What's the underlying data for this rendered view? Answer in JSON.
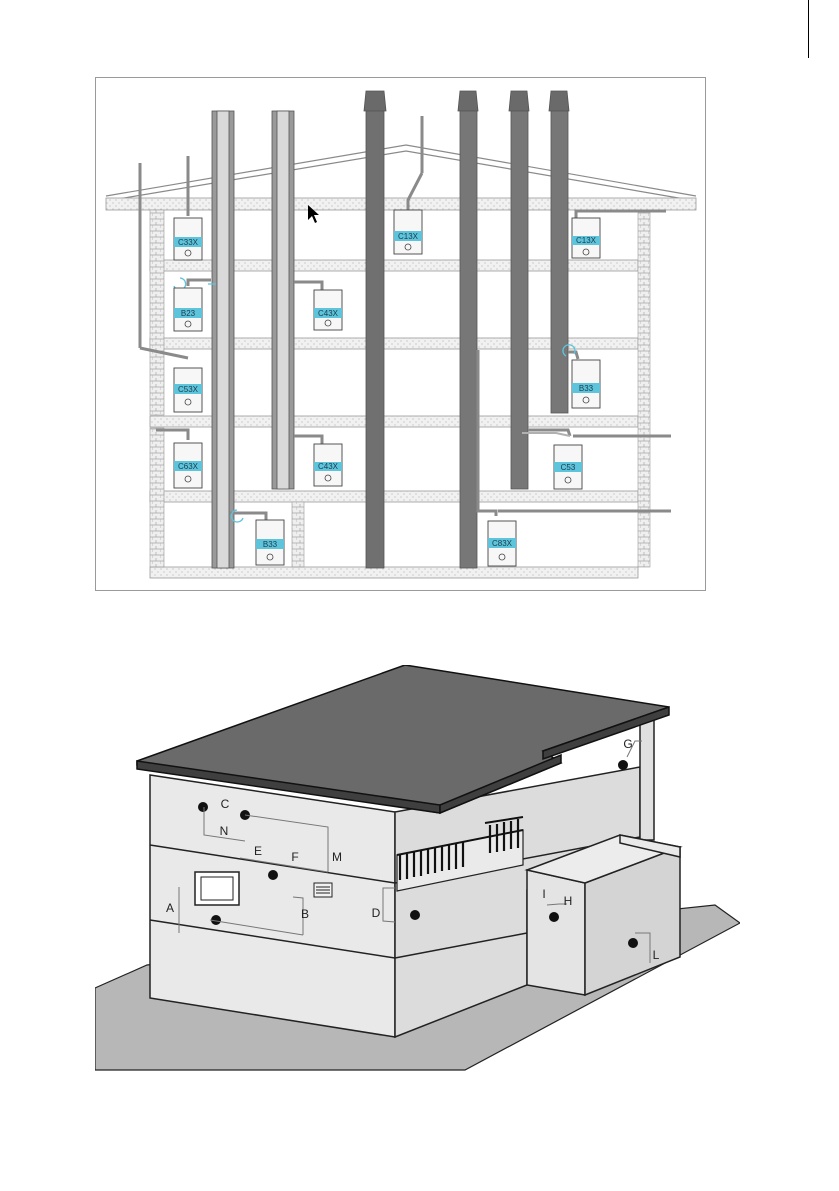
{
  "boiler_labels": {
    "c33x": "C33X",
    "c13x_roof": "C13X",
    "c13x_wall": "C13X",
    "b23": "B23",
    "c43x_upper": "C43X",
    "c53x": "C53X",
    "b33_right": "B33",
    "c63x": "C63X",
    "c43x_lower": "C43X",
    "c53": "C53",
    "b33_bottom": "B33",
    "c83x": "C83X"
  },
  "distance_labels": {
    "a": "A",
    "b": "B",
    "c": "C",
    "d": "D",
    "e": "E",
    "f": "F",
    "g": "G",
    "h": "H",
    "i": "I",
    "l": "L",
    "m": "M",
    "n": "N"
  },
  "colors": {
    "label_fill": "#5ec4dc",
    "flue_grey": "#6f6f6f",
    "roof_grey": "#6a6a6a",
    "ground_grey": "#b7b7b7",
    "wall_light": "#e9e9e9"
  }
}
